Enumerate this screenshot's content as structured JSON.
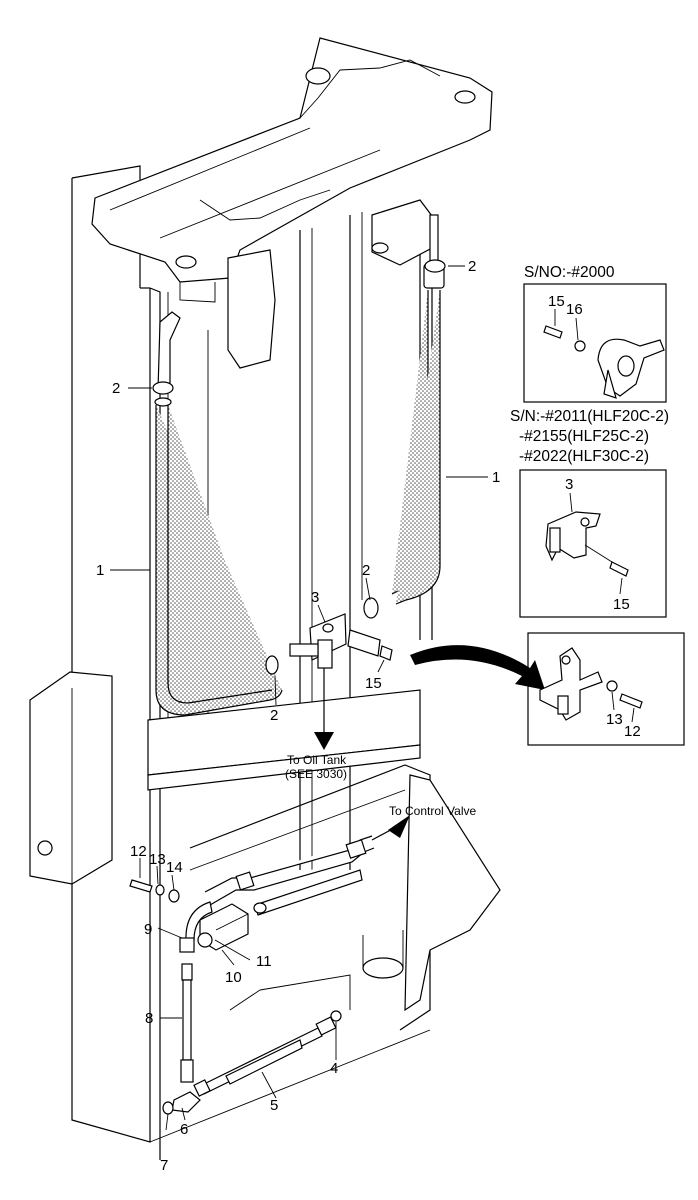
{
  "callouts": {
    "n1_left": "1",
    "n1_right": "1",
    "n2_top_right": "2",
    "n2_left": "2",
    "n2_mid_right": "2",
    "n2_bottom": "2",
    "n3": "3",
    "n15": "15",
    "n4": "4",
    "n5": "5",
    "n6": "6",
    "n7": "7",
    "n8": "8",
    "n9": "9",
    "n10": "10",
    "n11": "11",
    "n12": "12",
    "n13": "13",
    "n14": "14"
  },
  "annotations": {
    "oil_tank_line1": "To Oil Tank",
    "oil_tank_line2": "(SEE 3030)",
    "control_valve": "To Control Valve"
  },
  "insets": {
    "top_header": "S/NO:-#2000",
    "top_part_a": "15",
    "top_part_b": "16",
    "serial_line1": "S/N:-#2011(HLF20C-2)",
    "serial_line2": "-#2155(HLF25C-2)",
    "serial_line3": "-#2022(HLF30C-2)",
    "mid_part_a": "3",
    "mid_part_b": "15",
    "bottom_part_a": "13",
    "bottom_part_b": "12"
  }
}
